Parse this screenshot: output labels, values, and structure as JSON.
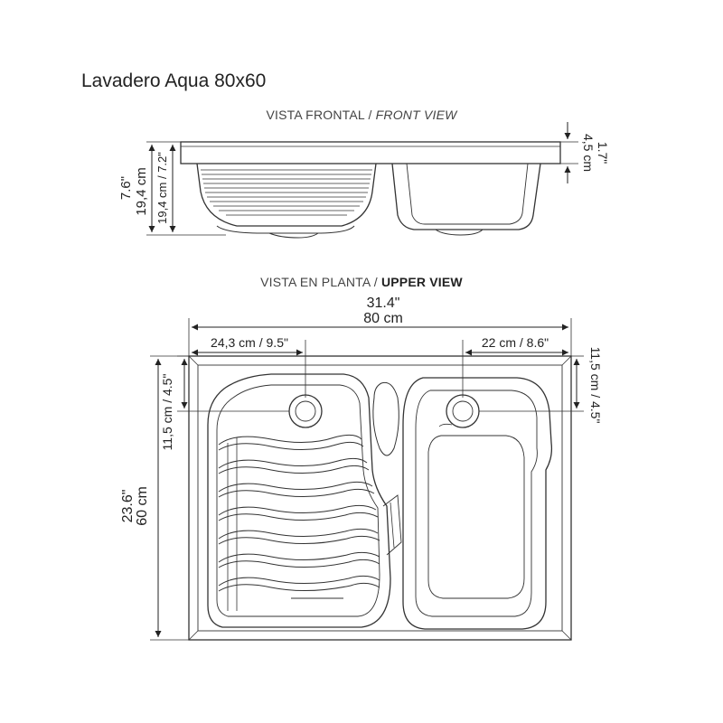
{
  "title": "Lavadero Aqua 80x60",
  "front_view": {
    "title_plain": "VISTA FRONTAL / ",
    "title_emph": "FRONT VIEW",
    "height_total_cm": "19,4 cm / 7.2\"",
    "height_total_in": "7.6\"",
    "rim_height": "1.7\"",
    "rim_height_cm": "4,5 cm"
  },
  "upper_view": {
    "title_plain": "VISTA EN PLANTA / ",
    "title_emph": "UPPER VIEW",
    "width_in": "31.4\"",
    "width_cm": "80 cm",
    "left_drain_offset": "24,3 cm / 9.5\"",
    "right_drain_offset": "22 cm / 8.6\"",
    "left_drain_depth": "11,5 cm / 4.5\"",
    "right_drain_depth": "11,5 cm / 4.5\"",
    "depth_in": "23.6\"",
    "depth_cm": "60 cm"
  },
  "colors": {
    "line": "#333333",
    "dim": "#222222"
  }
}
